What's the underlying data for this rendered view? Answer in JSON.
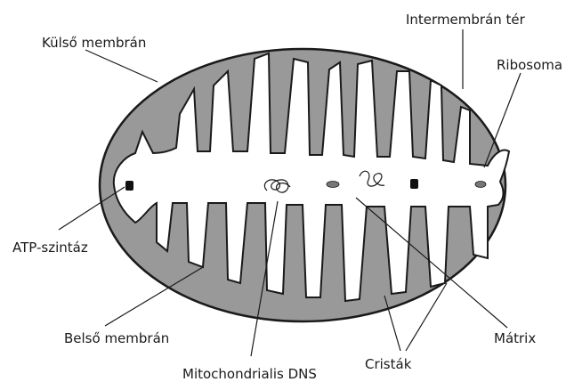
{
  "diagram": {
    "labels": {
      "outer_membrane": "Külső membrán",
      "intermembrane_space": "Intermembrán tér",
      "ribosome": "Ribosoma",
      "atp_synthase": "ATP-szintáz",
      "inner_membrane": "Belső membrán",
      "matrix": "Mátrix",
      "mitochondrial_dna": "Mitochondrialis DNS",
      "cristae": "Cristák"
    },
    "colors": {
      "intermembrane_fill": "#999999",
      "matrix_fill": "#ffffff",
      "stroke": "#1a1a1a",
      "particle": "#111111",
      "ribosome_fill": "#777777"
    }
  }
}
